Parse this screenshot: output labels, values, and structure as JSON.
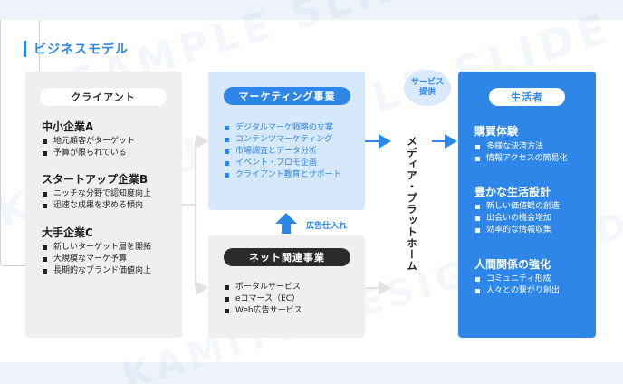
{
  "title": "ビジネスモデル",
  "watermark": {
    "line1": "SAMPLE SLIDE KAMITU DESIGN",
    "line2": "KAMITU SAMPLE SLIDE DESIGN",
    "line3": "KAMITU DESIGN SLIDE"
  },
  "client": {
    "label": "クライアント",
    "groups": [
      {
        "title": "中小企業A",
        "items": [
          "地元顧客がターゲット",
          "予算が限られている"
        ]
      },
      {
        "title": "スタートアップ企業B",
        "items": [
          "ニッチな分野で認知度向上",
          "迅速な成果を求める傾向"
        ]
      },
      {
        "title": "大手企業C",
        "items": [
          "新しいターゲット層を開拓",
          "大規模なマーケ予算",
          "長期的なブランド価値向上"
        ]
      }
    ]
  },
  "marketing": {
    "label": "マーケティング事業",
    "items": [
      "デジタルマーケ戦略の立案",
      "コンテンツマーケティング",
      "市場調査とデータ分析",
      "イベント・プロモ企画",
      "クライアント教育とサポート"
    ]
  },
  "ad_supply": "広告仕入れ",
  "net": {
    "label": "ネット関連事業",
    "items": [
      "ポータルサービス",
      "eコマース（EC）",
      "Web広告サービス"
    ]
  },
  "service_provision": {
    "line1": "サービス",
    "line2": "提供"
  },
  "media": {
    "label": "メディア・プラットホーム"
  },
  "consumer": {
    "label": "生活者",
    "groups": [
      {
        "title": "購買体験",
        "items": [
          "多様な決済方法",
          "情報アクセスの簡易化"
        ]
      },
      {
        "title": "豊かな生活設計",
        "items": [
          "新しい価値観の創造",
          "出会いの機会増加",
          "効率的な情報収集"
        ]
      },
      {
        "title": "人間関係の強化",
        "items": [
          "コミュニティ形成",
          "人々との繋がり創出"
        ]
      }
    ]
  },
  "colors": {
    "accent": "#2e87e8",
    "light_blue": "#d6e8fb",
    "panel_gray": "#efefef",
    "dark_pill": "#2b2b2b"
  }
}
